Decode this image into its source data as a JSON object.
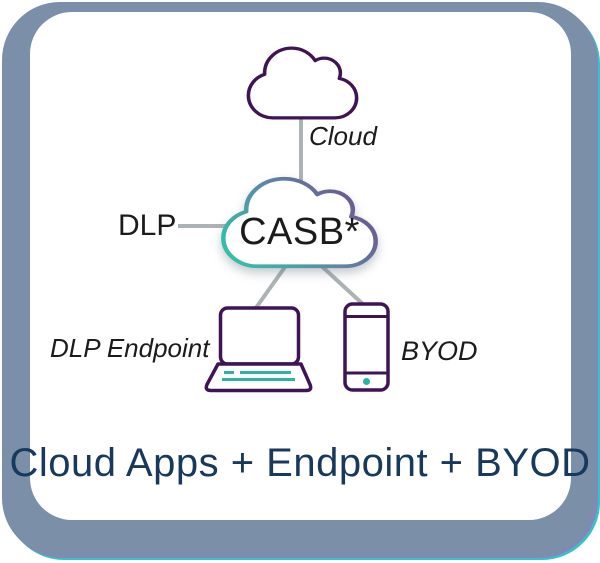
{
  "title": {
    "text": "Cloud Apps + Endpoint + BYOD",
    "color": "#18395c"
  },
  "nodes": {
    "cloud": {
      "label": "Cloud"
    },
    "casb": {
      "label": "CASB*"
    },
    "dlp": {
      "label": "DLP"
    },
    "endpoint": {
      "label": "DLP Endpoint"
    },
    "byod": {
      "label": "BYOD"
    }
  },
  "icons": {
    "top_cloud": "cloud-outline-icon",
    "casb_cloud": "gradient-cloud-icon",
    "laptop": "laptop-icon",
    "phone": "smartphone-icon"
  },
  "colors": {
    "frame_slate": "#7b8fa9",
    "card_bg": "#ffffff",
    "outline_purple": "#3f1454",
    "accent_teal": "#2bb5a0",
    "gradient_start_teal": "#35bda8",
    "gradient_mid_blue": "#5f87a2",
    "gradient_end_purple": "#6f4e8e",
    "connector_gray": "#abb3b5",
    "title_navy": "#18395c",
    "label_black": "#1b1b1b"
  }
}
